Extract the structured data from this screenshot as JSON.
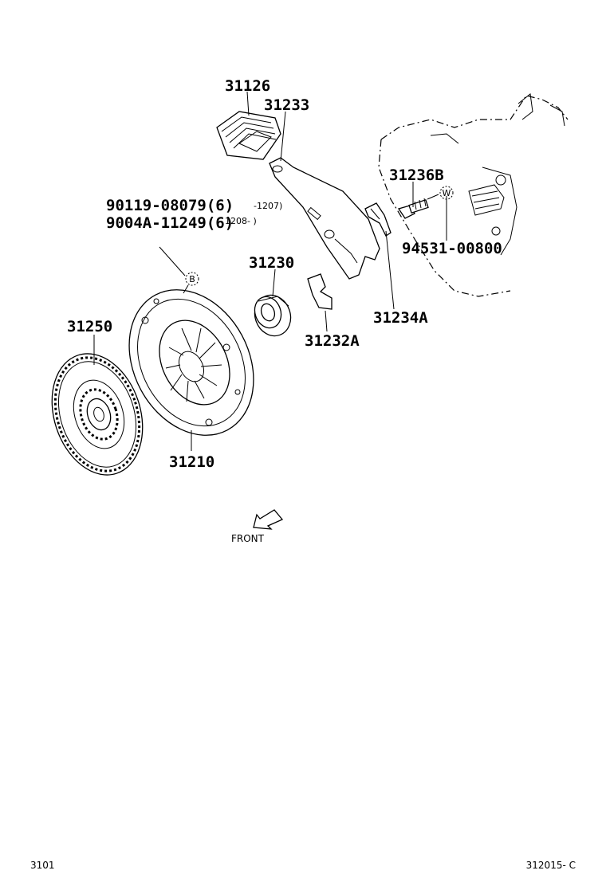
{
  "labels": {
    "p31126": "31126",
    "p31233": "31233",
    "p31236b": "31236B",
    "p90119": "90119-08079(6)",
    "p9004a": "9004A-11249(6)",
    "range1": "-1207)",
    "range2": "1208-     )",
    "p94531": "94531-00800",
    "p31230": "31230",
    "p31234a": "31234A",
    "p31232a": "31232A",
    "p31250": "31250",
    "p31210": "31210",
    "marker_b": "B",
    "marker_w": "W",
    "front": "FRONT"
  },
  "footer": {
    "left": "3101",
    "right": "312015- C"
  }
}
